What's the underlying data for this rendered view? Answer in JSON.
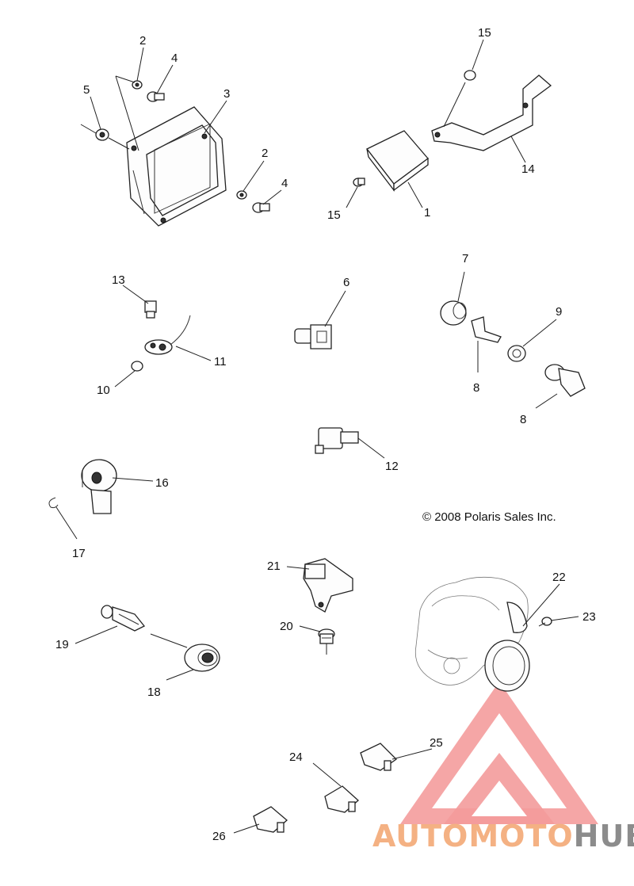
{
  "copyright": "© 2008 Polaris Sales Inc.",
  "watermark": {
    "part1": "AUTOMOTO",
    "part2": "HUB",
    "color1": "#f4b183",
    "color2": "#8c8c8c",
    "logo_color": "#f28b8b"
  },
  "callouts": {
    "n1": "1",
    "n2a": "2",
    "n2b": "2",
    "n3": "3",
    "n4a": "4",
    "n4b": "4",
    "n5": "5",
    "n6": "6",
    "n7": "7",
    "n8a": "8",
    "n8b": "8",
    "n9": "9",
    "n10": "10",
    "n11": "11",
    "n12": "12",
    "n13": "13",
    "n14": "14",
    "n15a": "15",
    "n15b": "15",
    "n16": "16",
    "n17": "17",
    "n18": "18",
    "n19": "19",
    "n20": "20",
    "n21": "21",
    "n22": "22",
    "n23": "23",
    "n24": "24",
    "n25": "25",
    "n26": "26"
  }
}
